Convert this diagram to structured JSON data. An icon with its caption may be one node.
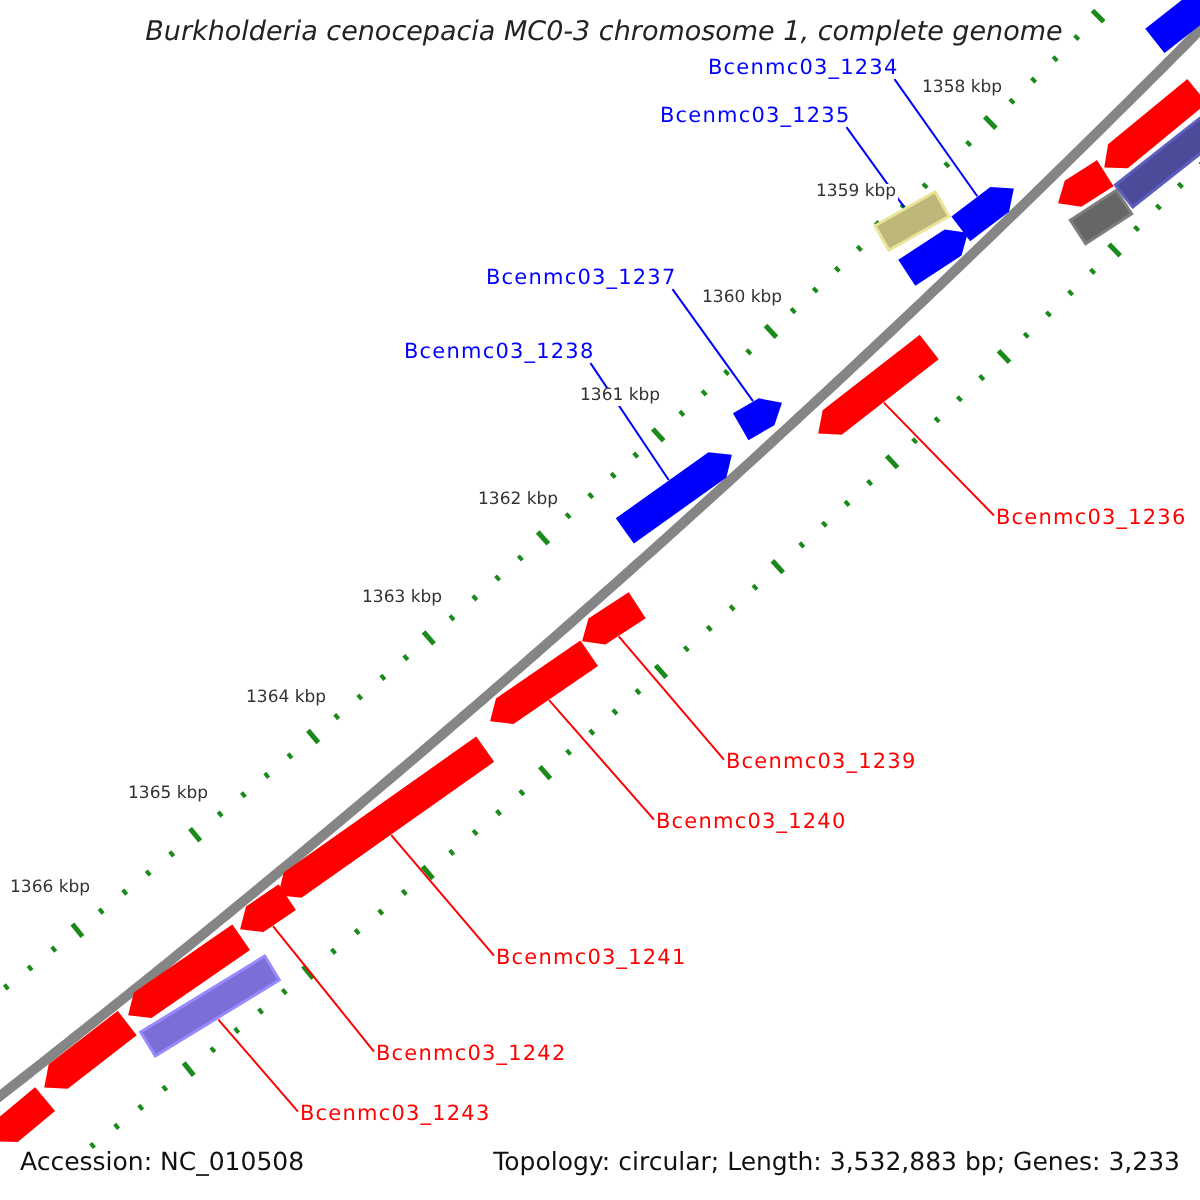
{
  "diagram": {
    "title": "Burkholderia cenocepacia MC0-3 chromosome 1, complete genome",
    "nodes": [
      {
        "text": [
          "Bcenmc03_1234"
        ]
      },
      {
        "text": [
          "Bcenmc03_1235"
        ]
      },
      {
        "text": [
          "Bcenmc03_1237"
        ]
      },
      {
        "text": [
          "Bcenmc03_1238"
        ]
      },
      {
        "text": [
          "Bcenmc03_1236"
        ]
      },
      {
        "text": [
          "Bcenmc03_1239"
        ]
      },
      {
        "text": [
          "Bcenmc03_1240"
        ]
      },
      {
        "text": [
          "Bcenmc03_1241"
        ]
      },
      {
        "text": [
          "Bcenmc03_1242"
        ]
      },
      {
        "text": [
          "Bcenmc03_1243"
        ]
      },
      {
        "text": [],
        "shape": "block"
      },
      {
        "text": [],
        "shape": "block"
      },
      {
        "text": [],
        "shape": "bar"
      },
      {
        "text": [],
        "shape": "block"
      },
      {
        "text": [],
        "shape": "bar"
      },
      {
        "text": [],
        "shape": "block"
      },
      {
        "text": [],
        "shape": "bar"
      },
      {
        "text": [],
        "shape": "block"
      },
      {
        "text": [],
        "shape": "block"
      },
      {
        "text": [],
        "shape": "block"
      },
      {
        "text": [],
        "shape": "block"
      },
      {
        "text": [],
        "shape": "block"
      },
      {
        "text": [],
        "shape": "block"
      },
      {
        "text": [],
        "shape": "block"
      },
      {
        "text": [],
        "shape": "block"
      },
      {
        "text": [],
        "shape": "bar"
      },
      {
        "text": [],
        "shape": "block"
      },
      {
        "text": [],
        "shape": "block"
      },
      {
        "text": [],
        "shape": "block"
      }
    ],
    "edges": [
      {
        "from": 0,
        "to": 15,
        "arrow": "none",
        "color": "#0000ff"
      },
      {
        "from": 1,
        "to": 16,
        "arrow": "none",
        "color": "#0000ff"
      },
      {
        "from": 2,
        "to": 18,
        "arrow": "none",
        "color": "#0000ff"
      },
      {
        "from": 3,
        "to": 19,
        "arrow": "none",
        "color": "#0000ff"
      },
      {
        "from": 4,
        "to": 20,
        "arrow": "none"
      },
      {
        "from": 5,
        "to": 21,
        "arrow": "none"
      },
      {
        "from": 6,
        "to": 22,
        "arrow": "none"
      },
      {
        "from": 7,
        "to": 23,
        "arrow": "none"
      },
      {
        "from": 8,
        "to": 24,
        "arrow": "none"
      },
      {
        "from": 9,
        "to": 25,
        "arrow": "none"
      }
    ],
    "labels": [
      "1358 kbp",
      "1359 kbp",
      "1360 kbp",
      "1361 kbp",
      "1362 kbp",
      "1363 kbp",
      "1364 kbp",
      "1365 kbp",
      "1366 kbp",
      "Accession: NC_010508",
      "Topology: circular; Length: 3,532,883 bp; Genes: 3,233"
    ]
  }
}
